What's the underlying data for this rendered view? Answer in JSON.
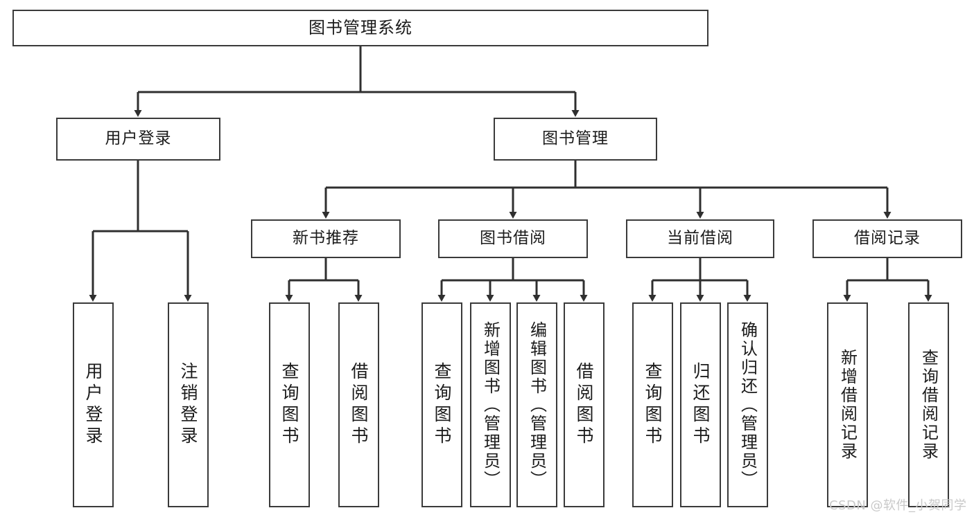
{
  "diagram": {
    "title": "图书管理系统",
    "type": "hierarchy-tree",
    "background_color": "#ffffff",
    "box_border_color": "#3a3a3a",
    "box_fill_color": "#ffffff",
    "connector_color": "#2f2f2f",
    "text_color": "#1b1b1b"
  },
  "root": {
    "label": "图书管理系统"
  },
  "level2": [
    {
      "label": "用户登录"
    },
    {
      "label": "图书管理"
    }
  ],
  "level3": [
    {
      "label": "新书推荐"
    },
    {
      "label": "图书借阅"
    },
    {
      "label": "当前借阅"
    },
    {
      "label": "借阅记录"
    }
  ],
  "leaves": {
    "user_login": [
      {
        "label": "用户登录"
      },
      {
        "label": "注销登录"
      }
    ],
    "new_book": [
      {
        "label": "查询图书"
      },
      {
        "label": "借阅图书"
      }
    ],
    "borrow": [
      {
        "label": "查询图书"
      },
      {
        "label": "新增图书（管理员）"
      },
      {
        "label": "编辑图书（管理员）"
      },
      {
        "label": "借阅图书"
      }
    ],
    "current": [
      {
        "label": "查询图书"
      },
      {
        "label": "归还图书"
      },
      {
        "label": "确认归还（管理员）"
      }
    ],
    "records": [
      {
        "label": "新增借阅记录"
      },
      {
        "label": "查询借阅记录"
      }
    ]
  },
  "watermark": {
    "text": "CSDN @软件_小贺同学",
    "color": "#c9c9c9"
  }
}
